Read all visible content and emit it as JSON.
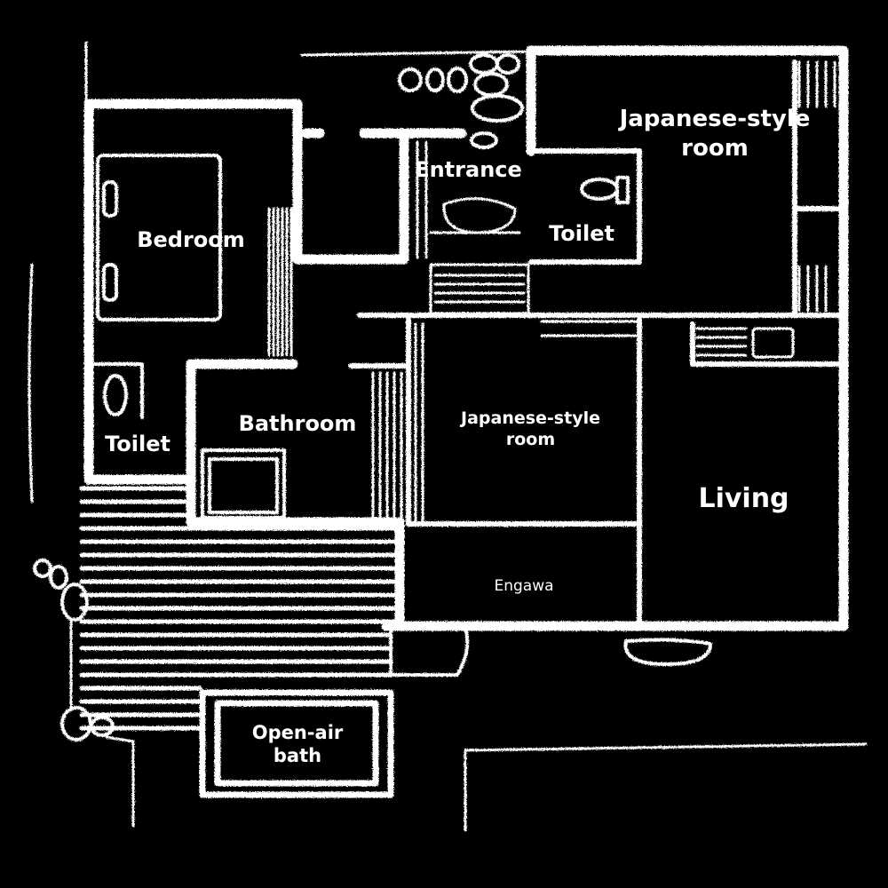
{
  "floor_plan": {
    "colors": {
      "background": "#000000",
      "linework": "#ffffff"
    },
    "rooms": {
      "bedroom": "Bedroom",
      "toilet_west": "Toilet",
      "bathroom": "Bathroom",
      "entrance": "Entrance",
      "toilet_north": "Toilet",
      "japanese_room_north": "Japanese-style\nroom",
      "japanese_room_center": "Japanese-style\nroom",
      "living": "Living",
      "engawa": "Engawa",
      "open_air_bath": "Open-air\nbath"
    }
  }
}
